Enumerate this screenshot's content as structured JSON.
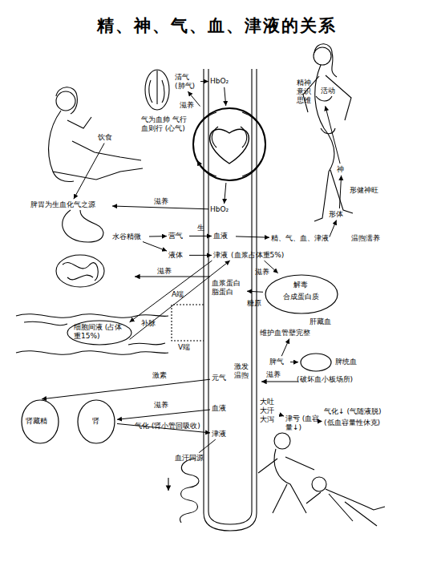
{
  "diagram": {
    "title": "精、神、气、血、津液的关系",
    "nodes": [
      {
        "text": [
          "清气 (肺气)"
        ]
      },
      {
        "text": [
          "HbO₂"
        ]
      },
      {
        "text": [
          "气为血帅 气行血则行 (心气)"
        ]
      },
      {
        "text": [
          "HbO₂"
        ]
      },
      {
        "text": [
          "饮食"
        ]
      },
      {
        "text": [
          "脾胃为生血化气之源"
        ]
      },
      {
        "text": [
          "水谷精微"
        ]
      },
      {
        "text": [
          "营气"
        ]
      },
      {
        "text": [
          "血液"
        ]
      },
      {
        "text": [
          "精、气、血、津液"
        ]
      },
      {
        "text": [
          "形体"
        ]
      },
      {
        "text": [
          "神"
        ]
      },
      {
        "text": [
          "精神 意识 思维",
          "活动"
        ]
      },
      {
        "text": [
          "液体"
        ]
      },
      {
        "text": [
          "津液",
          "(血浆占体重5%)"
        ]
      },
      {
        "text": [
          "解毒",
          "合成蛋白质",
          "肝藏血"
        ]
      },
      {
        "text": [
          "血浆蛋白 脂蛋白"
        ]
      },
      {
        "text": [
          "细胞间液 (占体重15%)"
        ]
      },
      {
        "text": [
          "维护血管壁完整"
        ]
      },
      {
        "text": [
          "脾气"
        ]
      },
      {
        "text": [
          "脾统血",
          "(破坏血小板场所)"
        ]
      },
      {
        "text": [
          "元气"
        ]
      },
      {
        "text": [
          "肾藏精"
        ]
      },
      {
        "text": [
          "肾"
        ]
      },
      {
        "text": [
          "血液"
        ]
      },
      {
        "text": [
          "津液"
        ]
      },
      {
        "text": [
          "大吐 大汗 大泻"
        ]
      },
      {
        "text": [
          "津亏 (血容量↓)"
        ]
      },
      {
        "text": [
          "气化↓ (气随液脱)",
          "(低血容量性休克)"
        ]
      },
      {
        "text": [
          "血汗同源"
        ]
      }
    ],
    "edges": [
      {
        "from": 0,
        "to": 1,
        "arrow": "to"
      },
      {
        "from": 2,
        "to": 0,
        "label": "滋养",
        "arrow": "to"
      },
      {
        "from": 1,
        "to": 2,
        "arrow": "to"
      },
      {
        "from": 2,
        "to": 3,
        "arrow": "to"
      },
      {
        "from": 4,
        "to": 5,
        "arrow": "to"
      },
      {
        "from": 3,
        "to": 5,
        "label": "滋养",
        "arrow": "to"
      },
      {
        "from": 6,
        "to": 7,
        "arrow": "to"
      },
      {
        "from": 7,
        "to": 8,
        "label": "生",
        "arrow": "to"
      },
      {
        "from": 8,
        "to": 9,
        "arrow": "to"
      },
      {
        "from": 9,
        "to": 10,
        "label": "温煦濡养",
        "arrow": "to"
      },
      {
        "from": 10,
        "to": 11,
        "label": "形健神旺",
        "arrow": "to"
      },
      {
        "from": 11,
        "to": 12,
        "arrow": "to"
      },
      {
        "from": 6,
        "to": 13,
        "arrow": "to"
      },
      {
        "from": 13,
        "to": 14,
        "arrow": "to"
      },
      {
        "from": 14,
        "to": 15,
        "label": "滋养",
        "arrow": "to"
      },
      {
        "from": 15,
        "to": 16,
        "label": "糖原",
        "arrow": "to"
      },
      {
        "from": 14,
        "to": 17,
        "label": "A端",
        "arrow": "to"
      },
      {
        "from": 17,
        "to": 14,
        "label": "V端",
        "arrow": "to"
      },
      {
        "from": 19,
        "to": 18,
        "arrow": "to"
      },
      {
        "from": 19,
        "to": 20,
        "arrow": "to"
      },
      {
        "from": 21,
        "to": 22,
        "label": "激素",
        "arrow": "to"
      },
      {
        "from": 24,
        "to": 23,
        "label": "滋养",
        "arrow": "to"
      },
      {
        "from": 23,
        "to": 25,
        "label": "气化 (肾小管回吸收)",
        "arrow": "to"
      },
      {
        "from": 26,
        "to": 27,
        "arrow": "to"
      },
      {
        "from": 27,
        "to": 28,
        "arrow": "to"
      },
      {
        "from": 25,
        "to": 29,
        "arrow": "none"
      }
    ],
    "labels": [
      "滋养",
      "补脉",
      "激发 温煦",
      "滋养"
    ]
  }
}
